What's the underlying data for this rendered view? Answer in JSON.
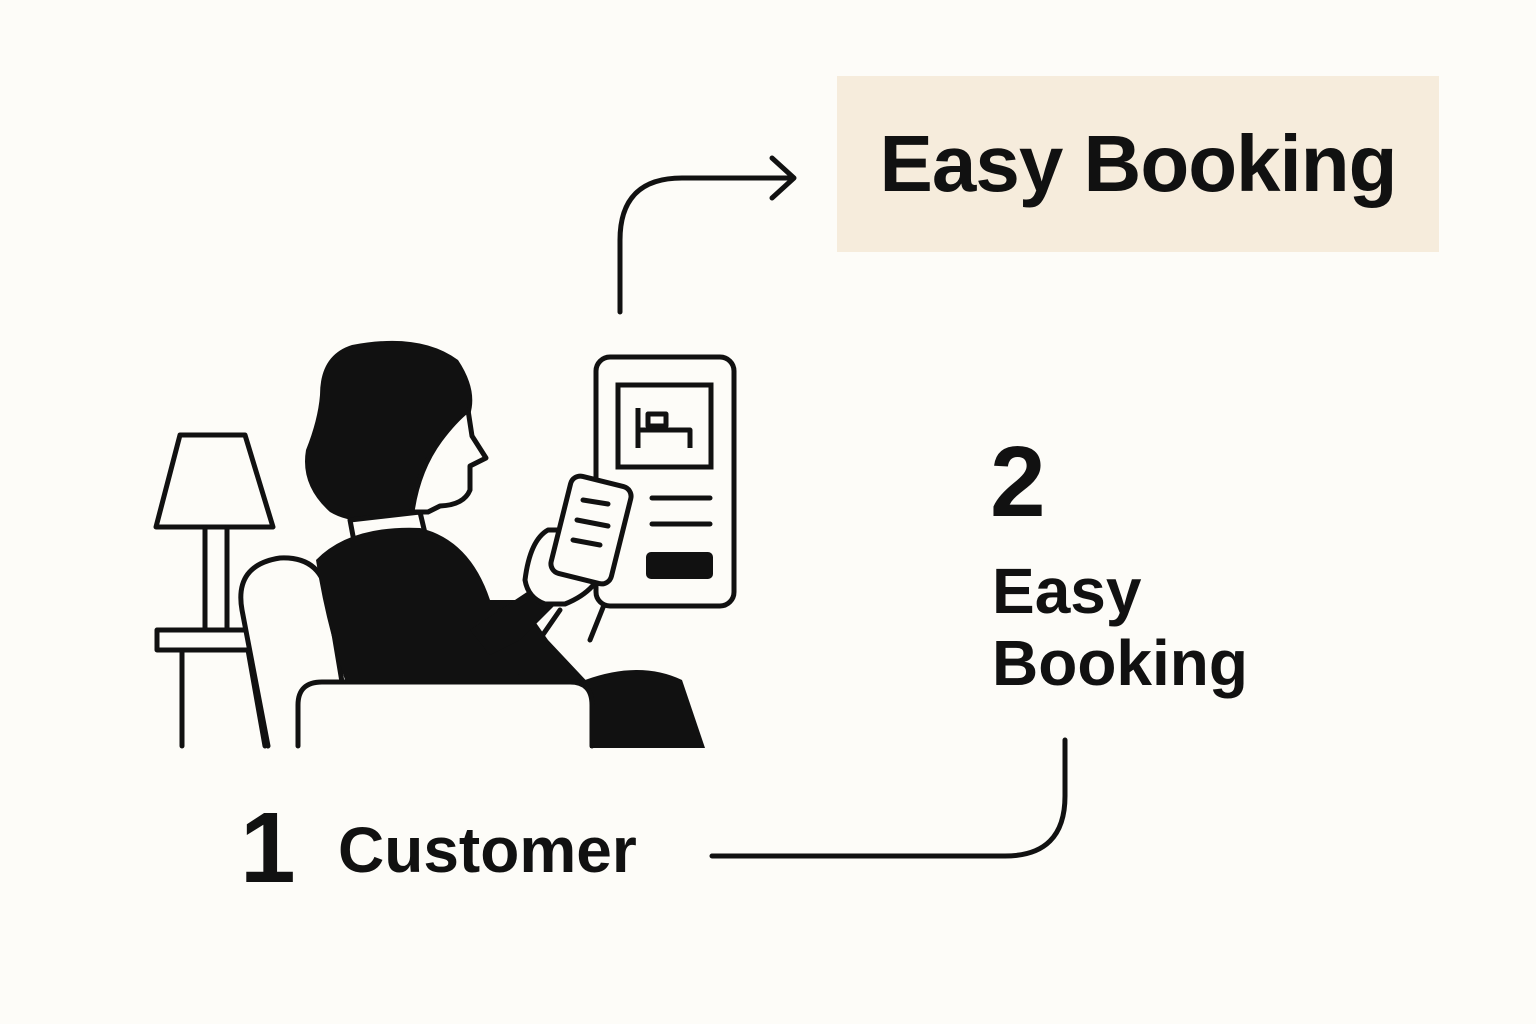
{
  "title": "Easy Booking",
  "steps": [
    {
      "number": "1",
      "label": "Customer"
    },
    {
      "number": "2",
      "label": "Easy Booking"
    }
  ],
  "colors": {
    "background": "#fdfcf8",
    "title_box": "#f6ecdc",
    "ink": "#111111"
  },
  "icons": [
    "woman-with-phone-illustration",
    "floor-lamp-icon",
    "armchair-icon",
    "booking-screen-icon",
    "bed-icon",
    "smartphone-icon",
    "arrow-right-icon"
  ]
}
